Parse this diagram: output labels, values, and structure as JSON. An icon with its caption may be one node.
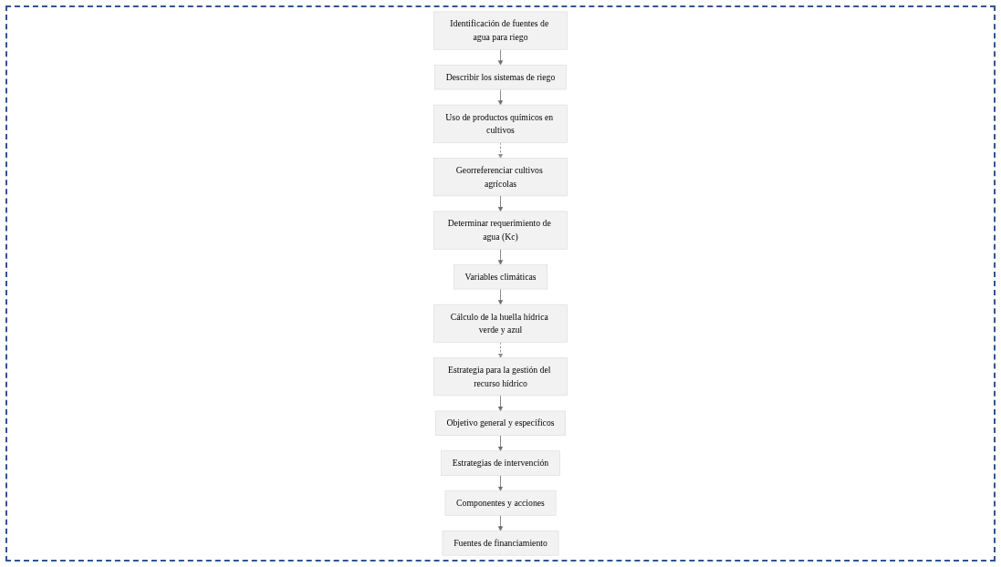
{
  "diagram": {
    "nodes": [
      {
        "text": [
          "Identificación de fuentes de agua para riego"
        ]
      },
      {
        "text": [
          "Describir los sistemas de riego"
        ]
      },
      {
        "text": [
          "Uso de productos químicos en cultivos"
        ]
      },
      {
        "text": [
          "Georreferenciar cultivos agrícolas"
        ]
      },
      {
        "text": [
          "Determinar requerimiento de agua (Kc)"
        ]
      },
      {
        "text": [
          "Variables climáticas"
        ]
      },
      {
        "text": [
          "Cálculo de la huella hídrica verde y azul"
        ]
      },
      {
        "text": [
          "Estrategia para la gestión del recurso hídrico"
        ]
      },
      {
        "text": [
          "Objetivo general y específicos"
        ]
      },
      {
        "text": [
          "Estrategias de intervención"
        ]
      },
      {
        "text": [
          "Componentes y acciones"
        ]
      },
      {
        "text": [
          "Fuentes de financiamiento"
        ]
      }
    ],
    "edges": [
      {
        "from": 0,
        "to": 1,
        "arrow": "to"
      },
      {
        "from": 1,
        "to": 2,
        "arrow": "to"
      },
      {
        "from": 2,
        "to": 3,
        "arrow": "to",
        "style": "dashed"
      },
      {
        "from": 3,
        "to": 4,
        "arrow": "to"
      },
      {
        "from": 4,
        "to": 5,
        "arrow": "to"
      },
      {
        "from": 5,
        "to": 6,
        "arrow": "to"
      },
      {
        "from": 6,
        "to": 7,
        "arrow": "to",
        "style": "dashed"
      },
      {
        "from": 7,
        "to": 8,
        "arrow": "to"
      },
      {
        "from": 8,
        "to": 9,
        "arrow": "to"
      },
      {
        "from": 9,
        "to": 10,
        "arrow": "to"
      },
      {
        "from": 10,
        "to": 11,
        "arrow": "to"
      }
    ]
  }
}
